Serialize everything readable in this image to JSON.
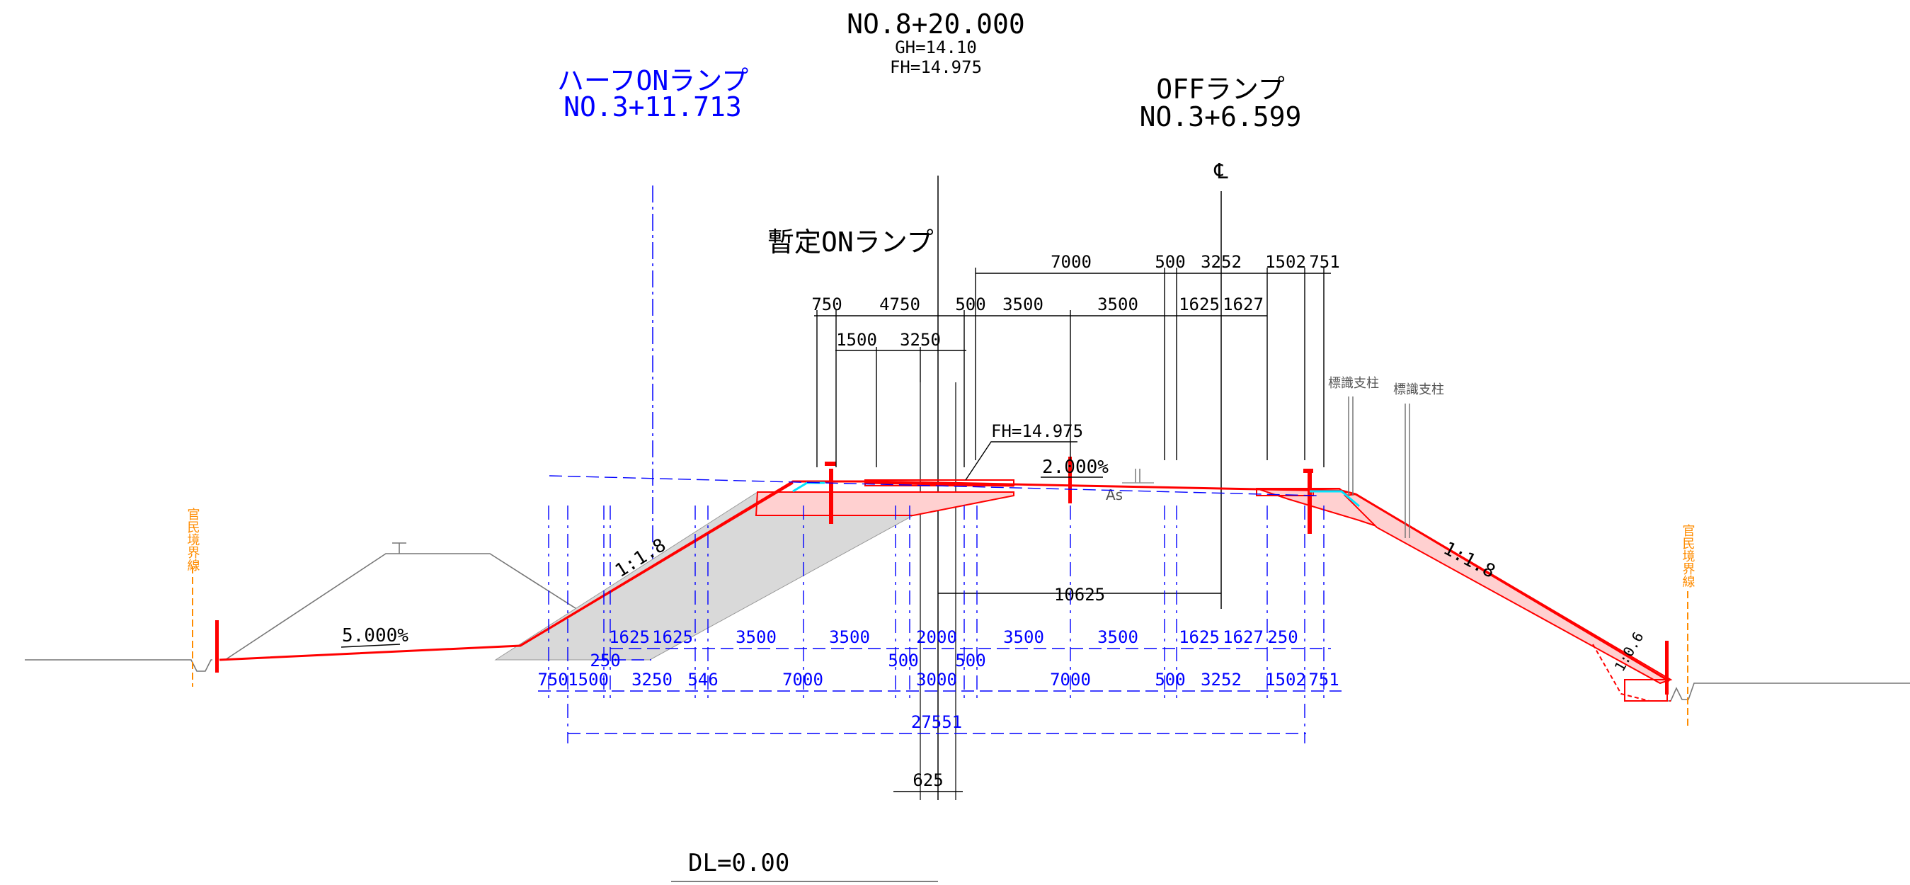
{
  "header": {
    "station": "NO.8+20.000",
    "gh": "GH=14.10",
    "fh": "FH=14.975"
  },
  "ramps": {
    "half_on": {
      "title": "ハーフONランプ",
      "station": "NO.3+11.713"
    },
    "off": {
      "title": "OFFランプ",
      "station": "NO.3+6.599"
    },
    "temp_on": {
      "title": "暫定ONランプ"
    }
  },
  "centerline_symbol": "℄",
  "annotations": {
    "fh_leader": "FH=14.975",
    "crossfall": "2.000%",
    "pavement": "As",
    "slope_left": "1:1.8",
    "slope_right": "1:1.8",
    "slope_small": "1:0.6",
    "gradient_left": "5.000%",
    "sign_post_1": "標識支柱",
    "sign_post_2": "標識支柱",
    "boundary_left": "官民境界線",
    "boundary_right": "官民境界線",
    "datum": "DL=0.00"
  },
  "dims_top": {
    "row1": [
      "7000",
      "500",
      "3252",
      "1502",
      "751"
    ],
    "row2": [
      "750",
      "4750",
      "500",
      "3500",
      "3500",
      "1625",
      "1627"
    ],
    "row3": [
      "1500",
      "3250"
    ]
  },
  "dims_bottom": {
    "center": "10625",
    "row1": [
      "1625",
      "1625",
      "3500",
      "3500",
      "2000",
      "3500",
      "3500",
      "1625",
      "1627",
      "250"
    ],
    "row1b": [
      "250",
      "500",
      "500"
    ],
    "row2": [
      "750",
      "1500",
      "3250",
      "546",
      "7000",
      "3000",
      "7000",
      "500",
      "3252",
      "1502",
      "751"
    ],
    "total": "27551",
    "small": "625"
  },
  "colors": {
    "structure": "#ff0000",
    "structure_fill": "#ffd0d0",
    "fill_gray": "#d9d9d9",
    "dimension_blue": "#0000ff",
    "boundary": "#ff8c00",
    "accent_cyan": "#00e5ff"
  }
}
